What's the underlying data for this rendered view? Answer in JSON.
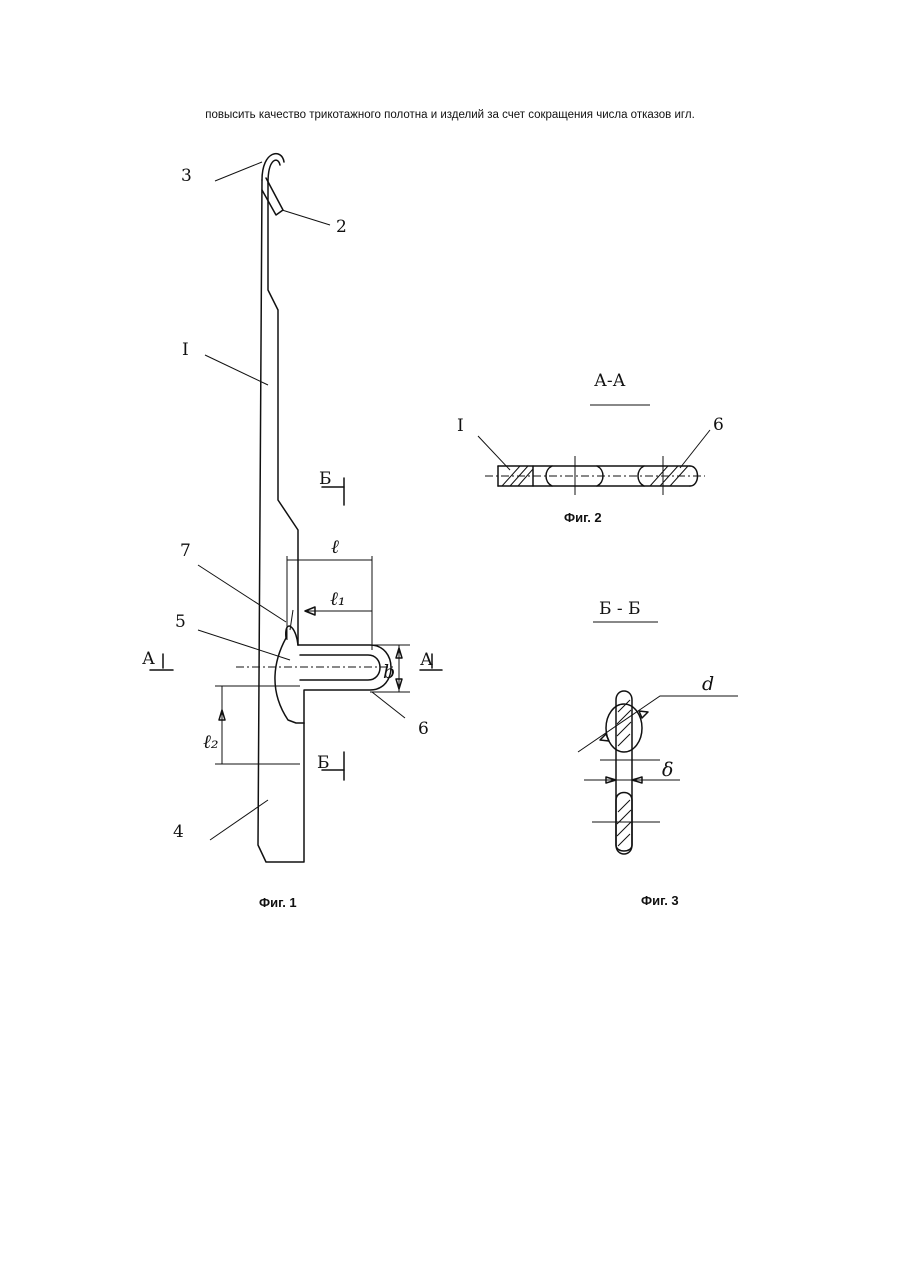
{
  "header_text": "повысить качество трикотажного полотна и изделий за счет сокращения числа отказов игл.",
  "fig1": {
    "caption": "Фиг. 1",
    "labels": {
      "n3": "3",
      "n2": "2",
      "nI": "I",
      "n7": "7",
      "n5": "5",
      "n6": "6",
      "n4": "4",
      "b_top": "Б",
      "b_bot": "Б",
      "a_left": "А",
      "a_right": "А",
      "dim_l": "ℓ",
      "dim_l1": "ℓ₁",
      "dim_l2": "ℓ₂",
      "dim_b": "b"
    }
  },
  "fig2": {
    "caption": "Фиг. 2",
    "section_title": "А-А",
    "labels": {
      "nI": "I",
      "n6": "6"
    }
  },
  "fig3": {
    "caption": "Фиг. 3",
    "section_title": "Б - Б",
    "labels": {
      "d": "d",
      "delta": "δ"
    }
  }
}
